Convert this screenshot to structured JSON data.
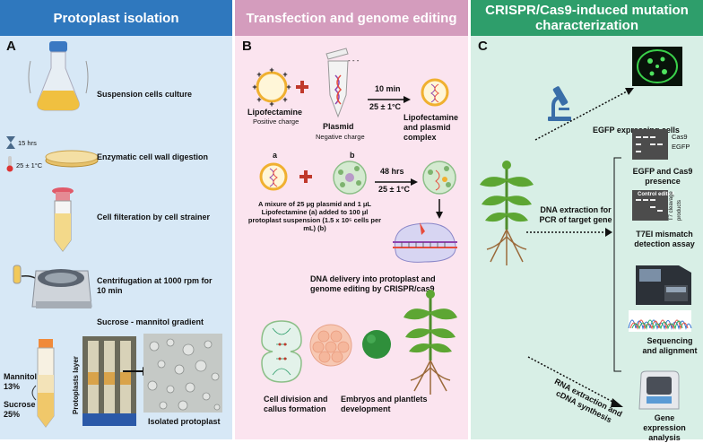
{
  "panel_a": {
    "header": "Protoplast isolation",
    "letter": "A",
    "step_suspension": "Suspension cells culture",
    "time_15hrs": "15 hrs",
    "temp_a": "25 ± 1°C",
    "step_digestion": "Enzymatic cell wall digestion",
    "step_filtration": "Cell filteration by cell strainer",
    "step_centrifugation": "Centrifugation at 1000 rpm for 10 min",
    "step_gradient": "Sucrose - mannitol gradient",
    "mannitol": "Mannitol 13%",
    "sucrose": "Sucrose 25%",
    "protoplasts_layer": "Protoplasts layer",
    "isolated_protoplast": "Isolated protoplast"
  },
  "panel_b": {
    "header": "Transfection and genome editing",
    "letter": "B",
    "lipofectamine": "Lipofectamine",
    "positive_charge": "Positive charge",
    "plasmid": "Plasmid",
    "negative_charge": "Negative charge",
    "time_10min": "10 min",
    "temp_b1": "25 ± 1°C",
    "complex": "Lipofectamine and plasmid complex",
    "label_a": "a",
    "label_b": "b",
    "time_48hrs": "48 hrs",
    "temp_b2": "25 ± 1°C",
    "mixture": "A mixure of 25 μg plasmid and 1 μL Lipofectamine (a) added to 100 μl protoplast suspension (1.5 x 10⁵ cells per mL) (b)",
    "dna_delivery": "DNA delivery into protoplast and genome editing by CRISPR/cas9",
    "cell_division": "Cell division and callus formation",
    "embryos": "Embryos and plantlets development"
  },
  "panel_c": {
    "header": "CRISPR/Cas9-induced mutation characterization",
    "letter": "C",
    "egfp_cells": "EGFP expressing cells",
    "cas9_label": "Cas9",
    "egfp_label": "EGFP",
    "egfp_cas9": "EGFP and Cas9 presence",
    "dna_extraction": "DNA extraction for PCR of target gene",
    "control_edited": "Control edited",
    "t7_products": "T7 cleavage products",
    "t7ei": "T7EI mismatch detection assay",
    "sequencing": "Sequencing and alignment",
    "rna_extraction": "RNA extraction and cDNA synthesis",
    "gene_expression": "Gene expression analysis"
  }
}
